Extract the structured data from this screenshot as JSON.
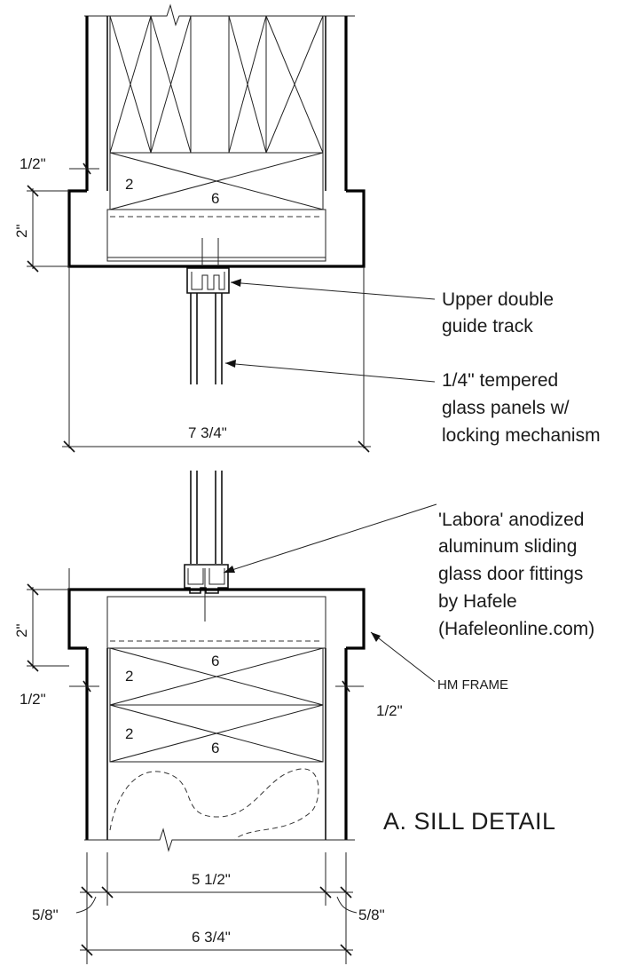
{
  "labels": {
    "upper_track": [
      "Upper double",
      "guide track"
    ],
    "glass_panels": [
      "1/4\" tempered",
      "glass panels w/",
      "locking mechanism"
    ],
    "fittings": [
      "'Labora' anodized",
      "aluminum sliding",
      "glass door fittings",
      "by Hafele",
      "(Hafeleonline.com)"
    ],
    "hm_frame": "HM FRAME",
    "title": "A.  SILL DETAIL"
  },
  "dimensions": {
    "top_reveal": "1/2\"",
    "top_frame_height": "2\"",
    "frame_width": "7 3/4\"",
    "bottom_frame_height": "2\"",
    "bottom_reveal_left": "1/2\"",
    "bottom_reveal_right": "1/2\"",
    "stud_width": "5 1/2\"",
    "drywall_left": "5/8\"",
    "drywall_right": "5/8\"",
    "wall_width": "6 3/4\""
  },
  "lumber": {
    "top_plate": [
      "2",
      "6"
    ],
    "bottom_plate_1": [
      "2",
      "6"
    ],
    "bottom_plate_2": [
      "2",
      "6"
    ]
  }
}
